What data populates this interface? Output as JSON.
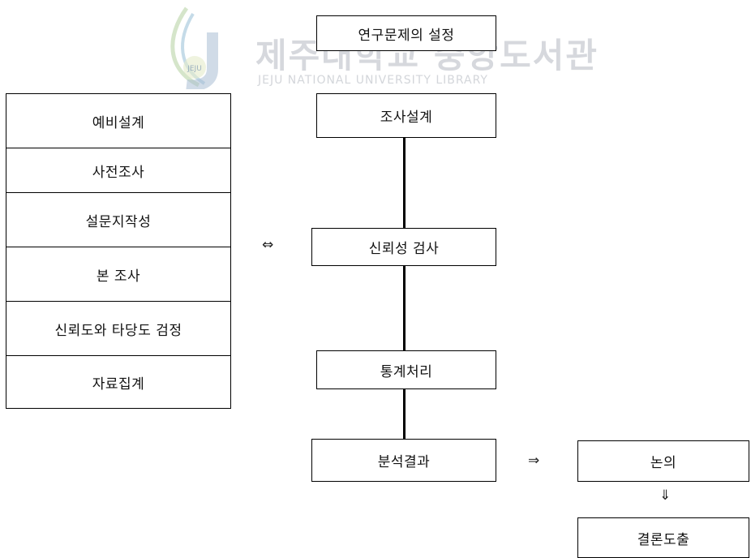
{
  "watermark": {
    "title": "제주대학교 중앙도서관",
    "subtitle": "JEJU NATIONAL UNIVERSITY LIBRARY",
    "logo_text": "JEJU"
  },
  "flow": {
    "step1": "연구문제의 설정",
    "step2": "조사설계",
    "step3": "신뢰성 검사",
    "step4": "통계처리",
    "step5": "분석결과",
    "step6": "논의",
    "step7": "결론도출"
  },
  "detail_list": [
    "예비설계",
    "사전조사",
    "설문지작성",
    "본 조사",
    "신뢰도와 타당도 검정",
    "자료집계"
  ],
  "arrows": {
    "bidirectional": "⇔",
    "right": "⇒",
    "down": "⇓"
  }
}
